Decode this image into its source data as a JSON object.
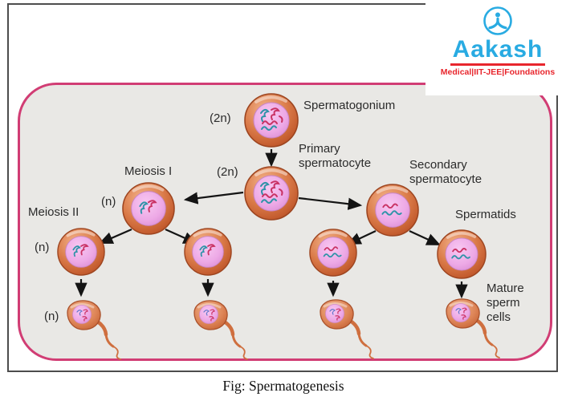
{
  "logo": {
    "brand": "Aakash",
    "tagline": "Medical|IIT-JEE|Foundations"
  },
  "labels": {
    "ploidy_spermatogonium": "(2n)",
    "spermatogonium": "Spermatogonium",
    "primary_spermatocyte": "Primary\nspermatocyte",
    "ploidy_primary": "(2n)",
    "meiosis_1": "Meiosis I",
    "ploidy_secondary": "(n)",
    "secondary_spermatocyte": "Secondary\nspermatocyte",
    "meiosis_2": "Meiosis II",
    "spermatids": "Spermatids",
    "ploidy_spermatids": "(n)",
    "ploidy_sperm": "(n)",
    "mature_sperm": "Mature\nsperm\ncells"
  },
  "caption": "Fig: Spermatogenesis",
  "stages": [
    {
      "name": "Spermatogonium",
      "ploidy": "2n",
      "count": 1
    },
    {
      "name": "Primary spermatocyte",
      "ploidy": "2n",
      "count": 1
    },
    {
      "name": "Secondary spermatocyte",
      "ploidy": "n",
      "count": 2,
      "step": "Meiosis I"
    },
    {
      "name": "Spermatids",
      "ploidy": "n",
      "count": 4,
      "step": "Meiosis II"
    },
    {
      "name": "Mature sperm cells",
      "ploidy": "n",
      "count": 4
    }
  ],
  "colors": {
    "panel_border": "#d13d74",
    "panel_bg": "#e9e8e5",
    "cell_body_orange": "#d4703f",
    "cell_nucleus_pink": "#eeaae6",
    "chromosome_teal": "#2f93a8",
    "chromosome_crimson": "#c93365",
    "brand_cyan": "#29abe2",
    "brand_red": "#e8262d"
  }
}
